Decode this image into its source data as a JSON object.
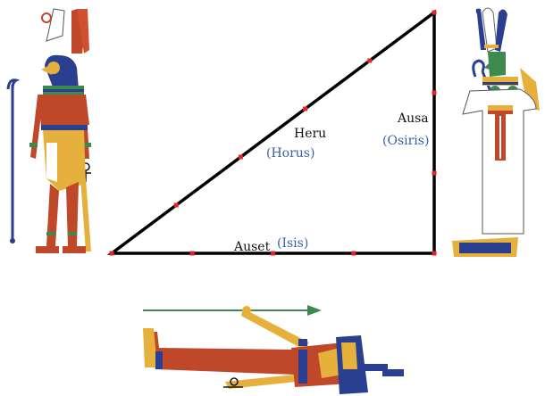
{
  "triangle": {
    "hypotenuse": {
      "name": "Heru",
      "alt": "(Horus)"
    },
    "vertical_leg": {
      "name": "Ausa",
      "alt": "(Osiris)"
    },
    "base": {
      "name": "Auset",
      "alt": "(Isis)"
    },
    "vertical_divisions": 3,
    "base_divisions": 4,
    "hypotenuse_divisions": 5
  },
  "figures": {
    "left": "Horus",
    "right": "Osiris",
    "bottom": "Isis"
  },
  "colors": {
    "line": "#000000",
    "tick": "#e0262a",
    "label_dark": "#111111",
    "label_blue": "#3a5ea8",
    "skin_red": "#c0482a",
    "gold": "#e6b03c",
    "blue": "#2a3f8f",
    "green": "#3e8a4e",
    "black": "#1a1a1a"
  }
}
